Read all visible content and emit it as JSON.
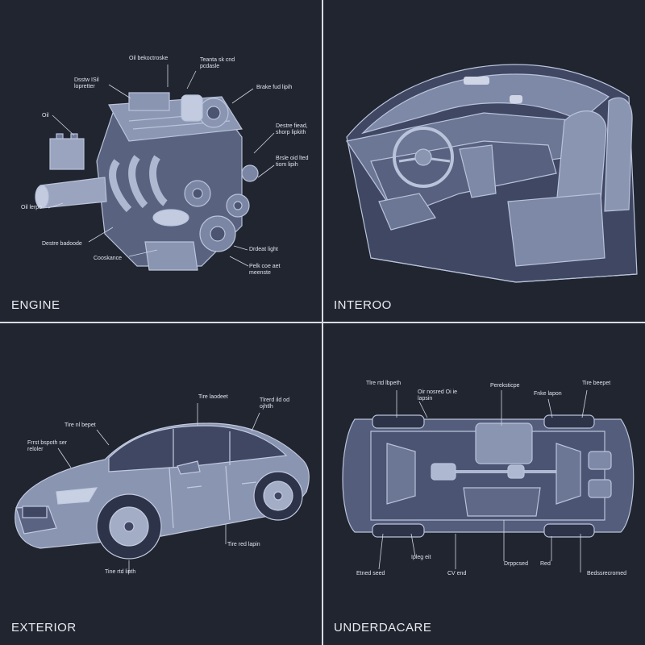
{
  "panels": {
    "engine": {
      "title": "ENGINE",
      "callouts": [
        "Oil bekoctroske",
        "Teanta sk cnd pcdasle",
        "Dsstw ISil lopretter",
        "Brake fud lipih",
        "Oil",
        "Destre fiead, shorp lipkith",
        "Brsle oid lted tiom lipih",
        "Oil lerpo",
        "Destre badoode",
        "Cooskance",
        "Drdeat light",
        "Pelk coe aet meenste"
      ]
    },
    "interior": {
      "title": "INTEROO"
    },
    "exterior": {
      "title": "EXTERIOR",
      "callouts": [
        "Tire laodeet",
        "Tlrerd ild od ojhtlh",
        "Tire nl bepet",
        "Frrst bspoth ser reloler",
        "Tire red lapin",
        "Tine rtd lipth"
      ]
    },
    "underside": {
      "title": "UNDERDACARE",
      "callouts": [
        "Tlre rtd lbpeth",
        "Oir nosred Oi ie lapsin",
        "Pereksticpe",
        "Fnke lapon",
        "Tire beepet",
        "Etned seed",
        "Ipleg eit",
        "CV end",
        "Drppcsed",
        "Red",
        "Bedssrecromed"
      ]
    }
  },
  "colors": {
    "background": "#21252f",
    "divider": "#d8dbe2",
    "line_art": "#a9b4cf",
    "fill_light": "#7c87a6",
    "fill_dark": "#3a4260",
    "text": "#e6e8ef"
  }
}
